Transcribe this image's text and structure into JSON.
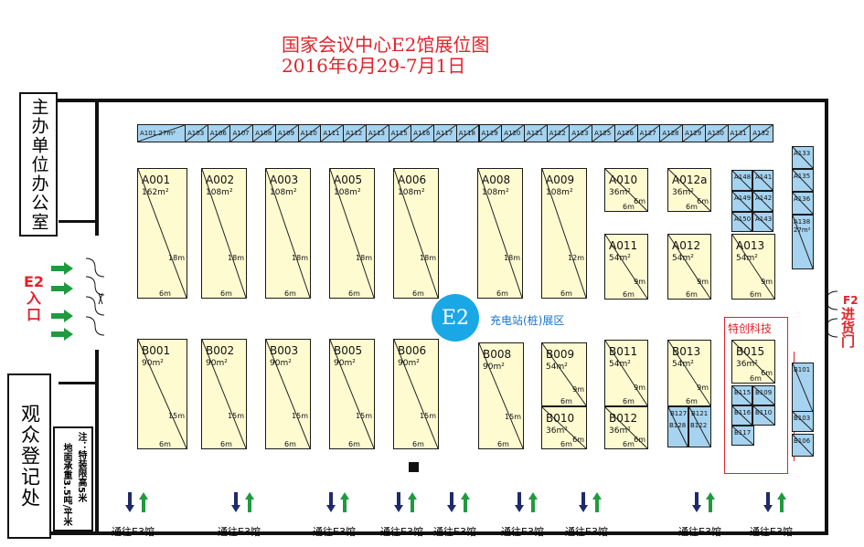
{
  "title": {
    "line1": "国家会议中心E2馆展位图",
    "line2": "2016年6月29-7月1日"
  },
  "rooms": {
    "organizer_office": "主办单位办公室",
    "visitor_registration": "观众登记处"
  },
  "notice": {
    "line1": "注：特装限高5米",
    "line2": "地面承重3.5吨/平米"
  },
  "entrance": {
    "label": "E2入口"
  },
  "goods_entrance": {
    "code": "F2",
    "label": "进货门"
  },
  "hall_badge": "E2",
  "charging_area": "充电站(桩)展区",
  "startup_area": "特创科技",
  "exit_label": "通往E3馆",
  "colors": {
    "title": "#e0232b",
    "booth_yellow": "#fffbd0",
    "booth_blue": "#a6d3ef",
    "badge": "#1aa7e6",
    "arrow_green": "#1f9a3e",
    "arrow_navy": "#1f2a6b"
  },
  "top_strip": [
    "A101 27m²",
    "A103",
    "A106",
    "A107",
    "A108",
    "A109",
    "A110",
    "A111",
    "A112",
    "A113",
    "A115",
    "A116",
    "A117",
    "A118",
    "A119",
    "A120",
    "A121",
    "A122",
    "A123",
    "A125",
    "A126",
    "A127",
    "A128",
    "A129",
    "A130",
    "A131",
    "A132"
  ],
  "right_column": [
    "A133",
    "A135",
    "A136",
    "A138 27m²",
    "B101",
    "B103",
    "B106"
  ],
  "big_booths": [
    {
      "code": "A001",
      "area": "162m²",
      "dim1": "18m",
      "dim2": "6m"
    },
    {
      "code": "A002",
      "area": "108m²",
      "dim1": "18m",
      "dim2": "6m"
    },
    {
      "code": "A003",
      "area": "108m²",
      "dim1": "18m",
      "dim2": "6m"
    },
    {
      "code": "A005",
      "area": "108m²",
      "dim1": "18m",
      "dim2": "6m"
    },
    {
      "code": "A006",
      "area": "108m²",
      "dim1": "18m",
      "dim2": "6m"
    },
    {
      "code": "A008",
      "area": "108m²",
      "dim1": "18m",
      "dim2": "6m"
    },
    {
      "code": "A009",
      "area": "108m²",
      "dim1": "12m",
      "dim2": "6m"
    },
    {
      "code": "A010",
      "area": "36m²",
      "dim1": "6m",
      "dim2": "6m"
    },
    {
      "code": "A012a",
      "area": "36m²",
      "dim1": "6m",
      "dim2": "6m"
    },
    {
      "code": "A011",
      "area": "54m²",
      "dim1": "9m",
      "dim2": "6m"
    },
    {
      "code": "A012",
      "area": "54m²",
      "dim1": "9m",
      "dim2": "6m"
    },
    {
      "code": "A013",
      "area": "54m²",
      "dim1": "9m",
      "dim2": "6m"
    },
    {
      "code": "B001",
      "area": "90m²",
      "dim1": "15m",
      "dim2": "6m"
    },
    {
      "code": "B002",
      "area": "90m²",
      "dim1": "15m",
      "dim2": "6m"
    },
    {
      "code": "B003",
      "area": "90m²",
      "dim1": "15m",
      "dim2": "6m"
    },
    {
      "code": "B005",
      "area": "90m²",
      "dim1": "15m",
      "dim2": "6m"
    },
    {
      "code": "B006",
      "area": "90m²",
      "dim1": "15m",
      "dim2": "6m"
    },
    {
      "code": "B008",
      "area": "90m²",
      "dim1": "15m",
      "dim2": "6m"
    },
    {
      "code": "B009",
      "area": "54m²",
      "dim1": "9m",
      "dim2": "6m"
    },
    {
      "code": "B010",
      "area": "36m²",
      "dim1": "6m",
      "dim2": "6m"
    },
    {
      "code": "B011",
      "area": "54m²",
      "dim1": "9m",
      "dim2": "6m"
    },
    {
      "code": "B012",
      "area": "36m²",
      "dim1": "6m",
      "dim2": "6m"
    },
    {
      "code": "B013",
      "area": "54m²",
      "dim1": "9m",
      "dim2": "6m"
    },
    {
      "code": "B015",
      "area": "36m²",
      "dim1": "6m",
      "dim2": "6m"
    }
  ],
  "small_blue": [
    "A148",
    "A141",
    "A149",
    "A142",
    "A150",
    "A143",
    "B127",
    "B121",
    "B128",
    "B122",
    "B115",
    "B109",
    "B116",
    "B110",
    "B117"
  ]
}
